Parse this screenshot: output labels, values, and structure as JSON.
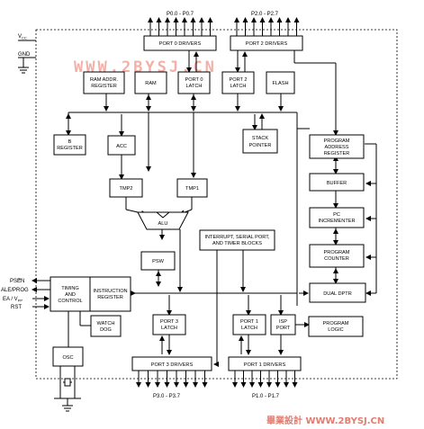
{
  "blocks": {
    "port0_drivers": "PORT 0 DRIVERS",
    "port2_drivers": "PORT 2 DRIVERS",
    "ram_addr_register": [
      "RAM ADDR.",
      "REGISTER"
    ],
    "ram": "RAM",
    "port0_latch": [
      "PORT 0",
      "LATCH"
    ],
    "port2_latch": [
      "PORT 2",
      "LATCH"
    ],
    "flash": "FLASH",
    "b_register": [
      "B",
      "REGISTER"
    ],
    "acc": "ACC",
    "stack_pointer": [
      "STACK",
      "POINTER"
    ],
    "program_address_register": [
      "PROGRAM",
      "ADDRESS",
      "REGISTER"
    ],
    "tmp2": "TMP2",
    "tmp1": "TMP1",
    "buffer": "BUFFER",
    "pc_incrementer": [
      "PC",
      "INCREMENTER"
    ],
    "alu": "ALU",
    "interrupt": [
      "INTERRUPT, SERIAL PORT,",
      "AND TIMER BLOCKS"
    ],
    "program_counter": [
      "PROGRAM",
      "COUNTER"
    ],
    "psw": "PSW",
    "timing_control": [
      "TIMING",
      "AND",
      "CONTROL"
    ],
    "instruction_register": [
      "INSTRUCTION",
      "REGISTER"
    ],
    "dual_dptr": "DUAL DPTR",
    "watch_dog": [
      "WATCH",
      "DOG"
    ],
    "port3_latch": [
      "PORT 3",
      "LATCH"
    ],
    "port1_latch": [
      "PORT 1",
      "LATCH"
    ],
    "isp_port": [
      "ISP",
      "PORT"
    ],
    "program_logic": [
      "PROGRAM",
      "LOGIC"
    ],
    "osc": "OSC",
    "port3_drivers": "PORT 3 DRIVERS",
    "port1_drivers": "PORT 1 DRIVERS"
  },
  "pins": {
    "vcc": "V",
    "vcc_sub": "CC",
    "gnd": "GND",
    "psen": "PSEN",
    "ale_prog": "ALE/PROG",
    "ea_vpp": "EA / V",
    "vpp_sub": "PP",
    "rst": "RST",
    "p0_bus": "P0.0 - P0.7",
    "p2_bus": "P2.0 - P2.7",
    "p3_bus": "P3.0 - P3.7",
    "p1_bus": "P1.0 - P1.7"
  },
  "watermark": "WWW.2BYSJ.CN",
  "footer": "畢業設計 WWW.2BYSJ.CN",
  "colors": {
    "watermark": "#f2b0a8",
    "footer": "#e07e72"
  }
}
